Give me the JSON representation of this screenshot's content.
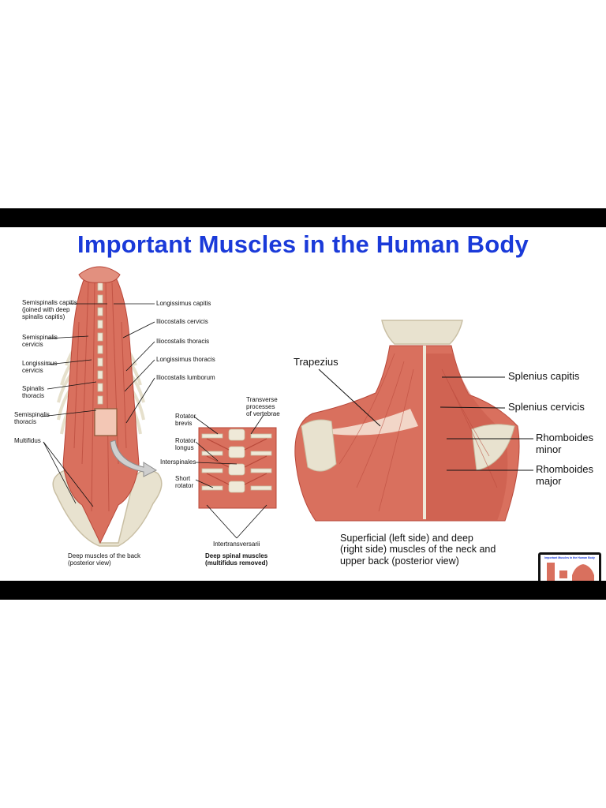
{
  "title": "Important Muscles in the Human Body",
  "back_labels_left": [
    "Semispinalis capitis\n(joined with deep\nspinalis capitis)",
    "Semispinalis\ncervicis",
    "Longissimus\ncervicis",
    "Spinalis\nthoracis",
    "Semispinalis\nthoracis",
    "Multifidus"
  ],
  "back_labels_right": [
    "Longissimus capitis",
    "Iliocostalis cervicis",
    "Iliocostalis thoracis",
    "Longissimus thoracis",
    "Iliocostalis lumborum"
  ],
  "back_caption": "Deep muscles of the back\n(posterior view)",
  "spinal_labels": {
    "transverse": "Transverse\nprocesses\nof vertebrae",
    "rotator_brevis": "Rotator\nbrevis",
    "rotator_longus": "Rotator\nlongus",
    "interspinales": "Interspinales",
    "short_rotator": "Short\nrotator",
    "intertransversarii": "Intertransversarii"
  },
  "spinal_caption": "Deep spinal muscles\n(multifidus removed)",
  "neck_labels": {
    "trapezius": "Trapezius",
    "splenius_capitis": "Splenius capitis",
    "splenius_cervicis": "Splenius cervicis",
    "rhomboides_minor": "Rhomboides\nminor",
    "rhomboides_major": "Rhomboides\nmajor"
  },
  "neck_caption": "Superficial (left side) and deep\n(right side) muscles of the neck and\nupper back (posterior view)",
  "thumbnail_title": "Important Muscles in the Human Body",
  "colors": {
    "title": "#1a3ad9",
    "muscle": "#d9705e",
    "muscle_dark": "#b8483a",
    "bone": "#e8e2cf",
    "bar": "#000000"
  }
}
